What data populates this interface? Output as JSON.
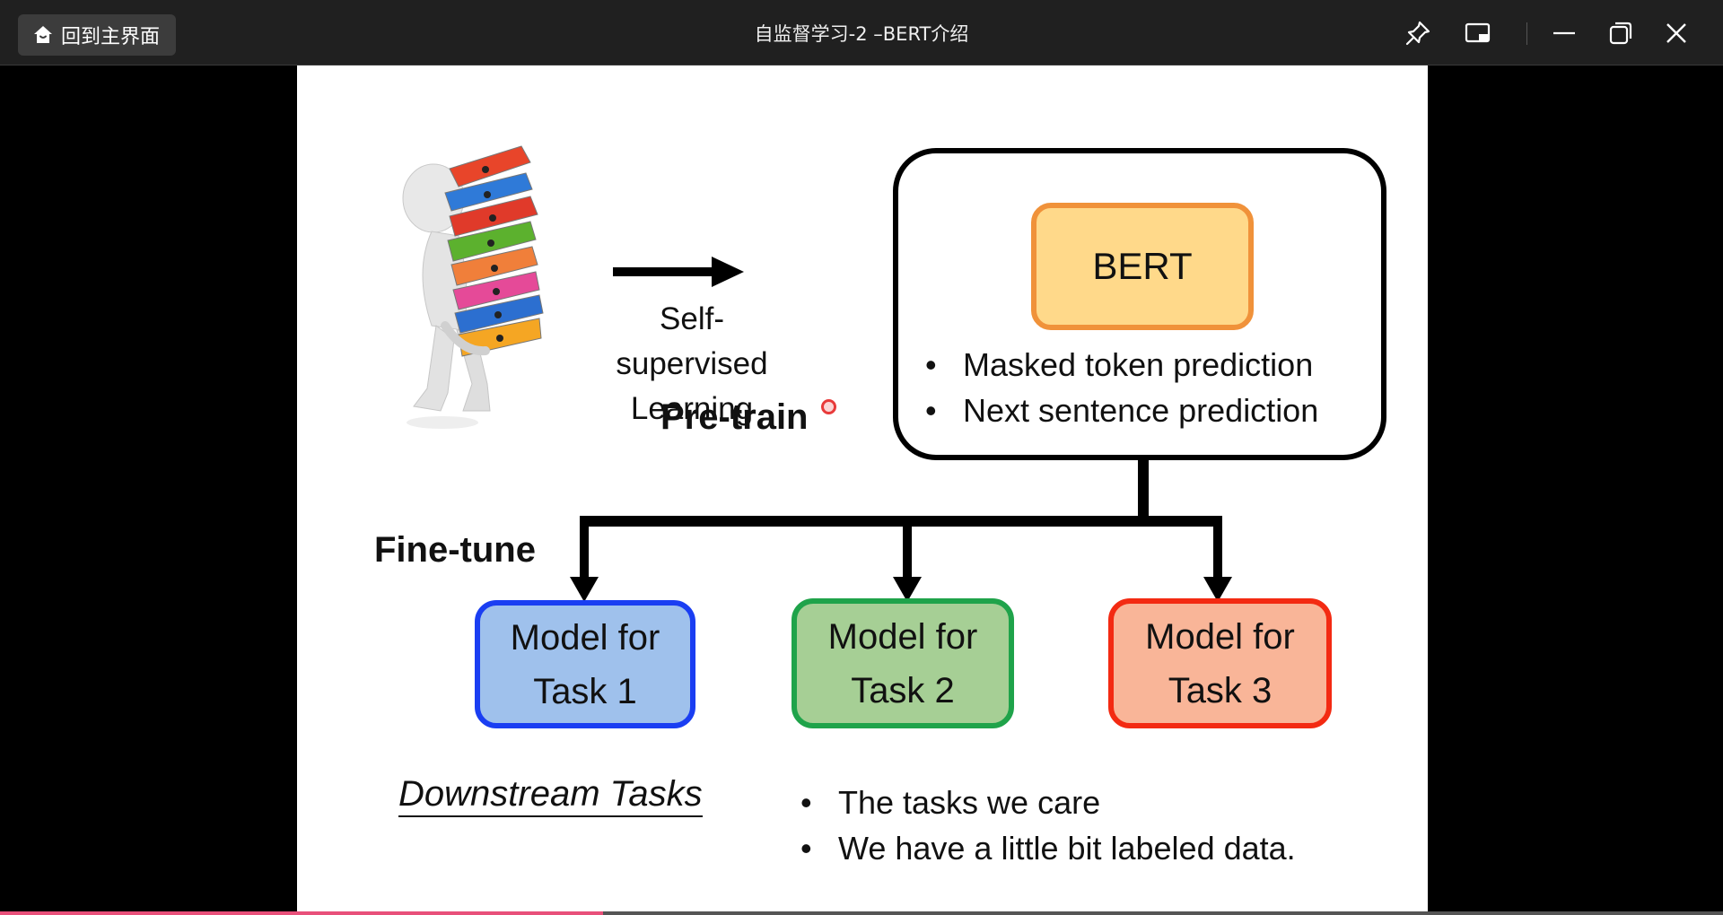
{
  "titlebar": {
    "home_label": "回到主界面",
    "home_icon": "home-icon",
    "title": "自监督学习-2 –BERT介绍",
    "controls": [
      "pin-icon",
      "picture-in-picture-icon",
      "minimize-icon",
      "restore-icon",
      "close-icon"
    ]
  },
  "slide": {
    "arrow_label_line1": "Self-supervised",
    "arrow_label_line2": "Learning",
    "pretrain": "Pre-train",
    "bert": "BERT",
    "bert_bullets": [
      "Masked token prediction",
      "Next sentence prediction"
    ],
    "finetune": "Fine-tune",
    "tasks": [
      {
        "line1": "Model for",
        "line2": "Task 1"
      },
      {
        "line1": "Model for",
        "line2": "Task 2"
      },
      {
        "line1": "Model for",
        "line2": "Task 3"
      }
    ],
    "downstream": "Downstream Tasks",
    "downstream_bullets": [
      "The tasks we care",
      "We have a little bit labeled data."
    ],
    "bullet_char": "•"
  },
  "colors": {
    "bert_fill": "#ffd98a",
    "bert_border": "#f0923a",
    "task1_fill": "#9fc1ec",
    "task1_border": "#1a3ef2",
    "task2_fill": "#a6cf95",
    "task2_border": "#1fa34a",
    "task3_fill": "#f9b598",
    "task3_border": "#f32a12",
    "progress": "#e8507a"
  },
  "player": {
    "progress_fraction": 0.35
  }
}
